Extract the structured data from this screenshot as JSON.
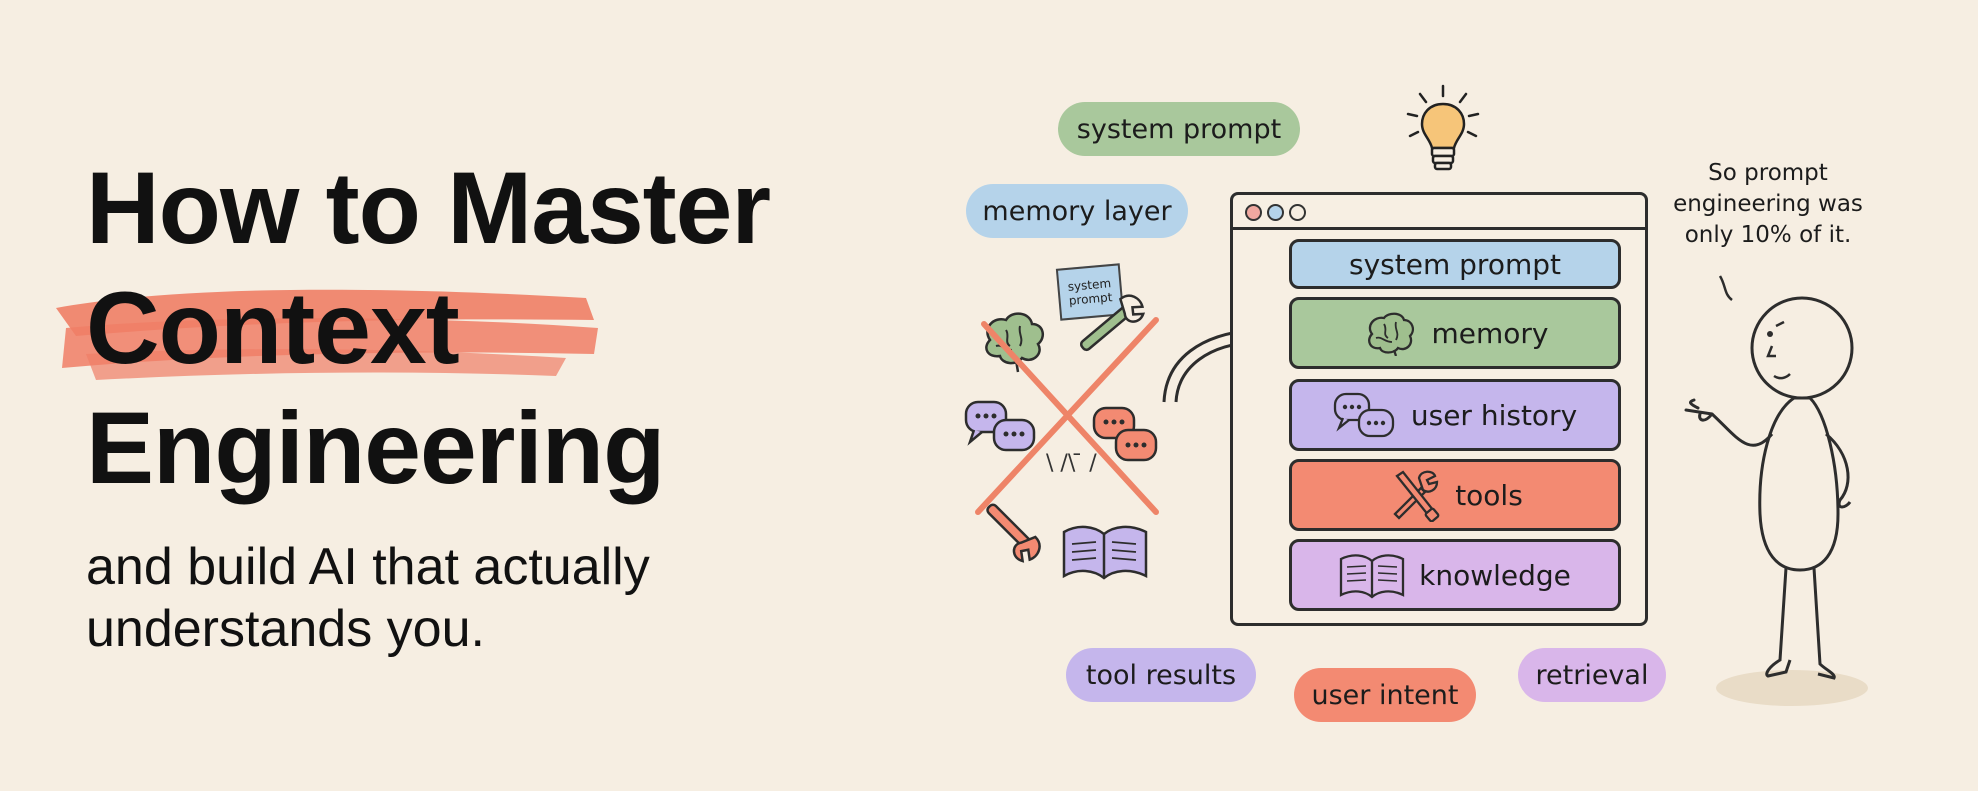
{
  "headline": {
    "line1": "How to Master",
    "line2": "Context",
    "line3": "Engineering"
  },
  "subtitle": {
    "line1": "and build AI that actually",
    "line2": "understands you."
  },
  "colors": {
    "background": "#f6eee2",
    "highlight": "#f07e66",
    "green": "#a9c89c",
    "blue": "#b5d3ea",
    "purple": "#c5b6ec",
    "orange": "#f38a72",
    "lilac": "#d9b6ea"
  },
  "floating_labels": {
    "system_prompt": "system prompt",
    "memory_layer": "memory layer",
    "tool_results": "tool results",
    "user_intent": "user intent",
    "retrieval": "retrieval"
  },
  "scattered_note": {
    "line1": "system",
    "line2": "prompt"
  },
  "scribble_text": "\\ /\\ ̄ /",
  "window": {
    "rows": [
      {
        "label": "system prompt",
        "icon": ""
      },
      {
        "label": "memory",
        "icon": "brain-icon"
      },
      {
        "label": "user history",
        "icon": "chat-bubbles-icon"
      },
      {
        "label": "tools",
        "icon": "wrench-screwdriver-icon"
      },
      {
        "label": "knowledge",
        "icon": "open-book-icon"
      }
    ]
  },
  "speech": {
    "line1": "So prompt",
    "line2": "engineering was",
    "line3": "only 10% of it."
  },
  "icons": [
    "lightbulb-icon",
    "brain-icon",
    "chat-bubbles-icon",
    "wrench-screwdriver-icon",
    "open-book-icon",
    "curved-arrow-icon",
    "stick-figure"
  ]
}
